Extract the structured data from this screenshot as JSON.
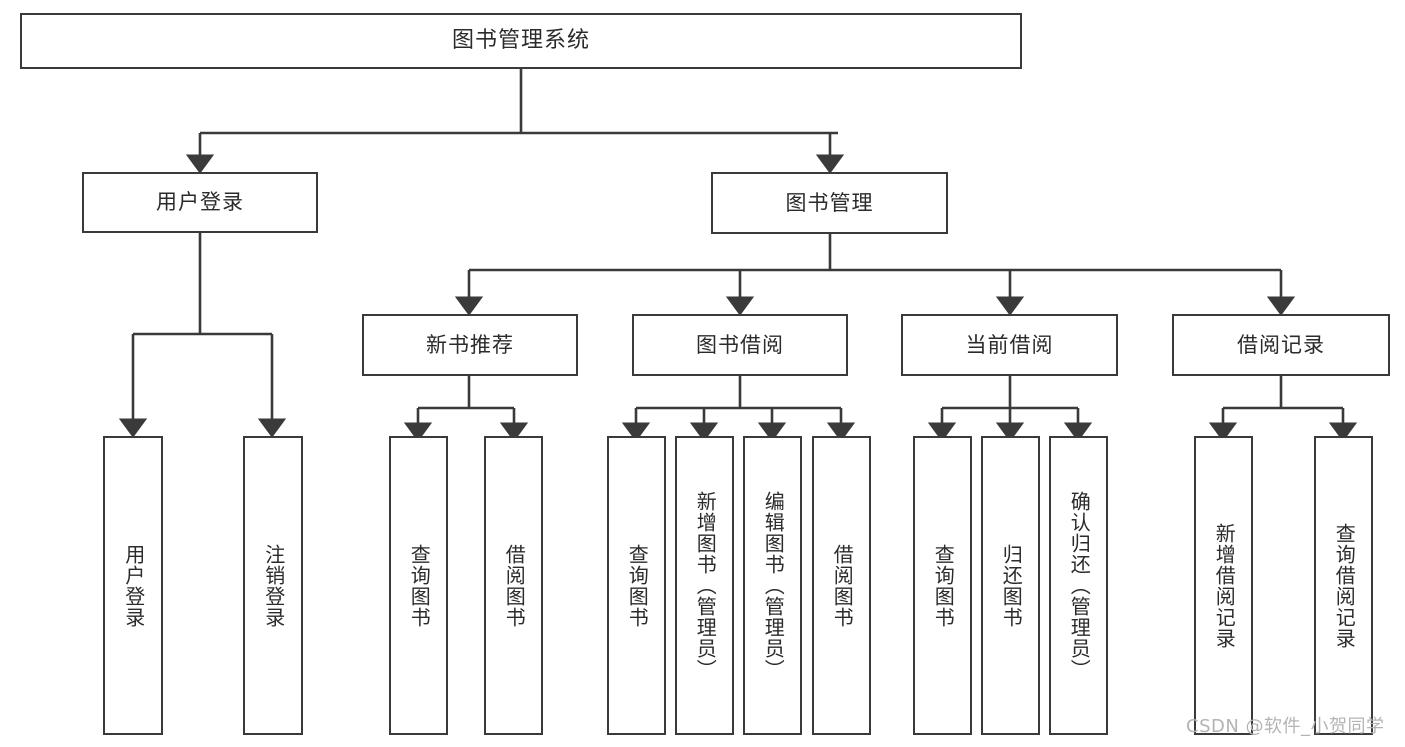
{
  "diagram": {
    "type": "tree-hierarchy",
    "title": "图书管理系统",
    "orientation": "top-down",
    "colors": {
      "box_border": "#3a3a3a",
      "box_fill": "#ffffff",
      "edge": "#3a3a3a",
      "text": "#2b2b2b",
      "watermark": "#b4b4b4",
      "background": "#ffffff"
    },
    "root": {
      "label": "图书管理系统"
    },
    "level1": [
      {
        "id": "user-login",
        "label": "用户登录"
      },
      {
        "id": "book-manage",
        "label": "图书管理"
      }
    ],
    "level2": [
      {
        "id": "new-book-rec",
        "label": "新书推荐"
      },
      {
        "id": "book-borrow",
        "label": "图书借阅"
      },
      {
        "id": "current-borrow",
        "label": "当前借阅"
      },
      {
        "id": "borrow-record",
        "label": "借阅记录"
      }
    ],
    "leaves": {
      "user_login": [
        {
          "id": "leaf-user-login",
          "label": "用户登录"
        },
        {
          "id": "leaf-logout",
          "label": "注销登录"
        }
      ],
      "new_book_rec": [
        {
          "id": "leaf-query-book-1",
          "label": "查询图书"
        },
        {
          "id": "leaf-borrow-book-1",
          "label": "借阅图书"
        }
      ],
      "book_borrow": [
        {
          "id": "leaf-query-book-2",
          "label": "查询图书"
        },
        {
          "id": "leaf-add-book",
          "label": "新增图书（管理员）"
        },
        {
          "id": "leaf-edit-book",
          "label": "编辑图书（管理员）"
        },
        {
          "id": "leaf-borrow-book-2",
          "label": "借阅图书"
        }
      ],
      "current_borrow": [
        {
          "id": "leaf-query-book-3",
          "label": "查询图书"
        },
        {
          "id": "leaf-return-book",
          "label": "归还图书"
        },
        {
          "id": "leaf-confirm-return",
          "label": "确认归还（管理员）"
        }
      ],
      "borrow_record": [
        {
          "id": "leaf-add-record",
          "label": "新增借阅记录"
        },
        {
          "id": "leaf-query-record",
          "label": "查询借阅记录"
        }
      ]
    }
  },
  "watermark": {
    "text": "CSDN @软件_小贺同学"
  }
}
